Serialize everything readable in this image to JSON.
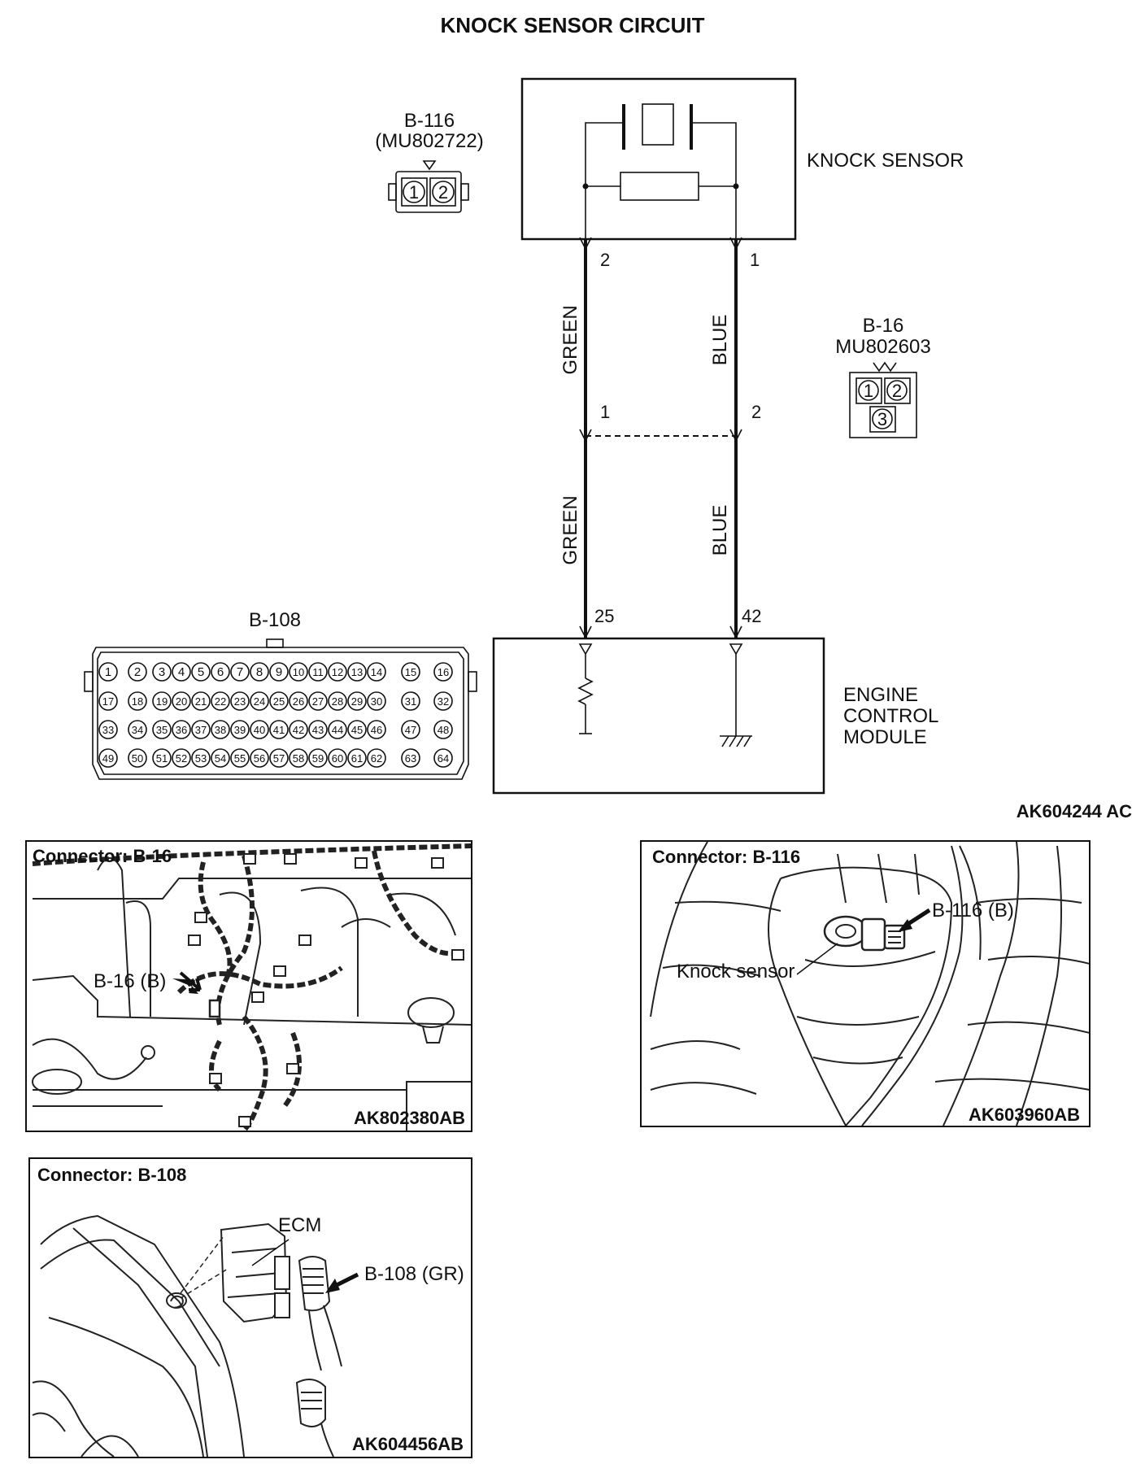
{
  "title": "KNOCK SENSOR CIRCUIT",
  "knock_sensor": {
    "label": "KNOCK SENSOR",
    "pin_left": "2",
    "pin_right": "1"
  },
  "connector_b116": {
    "name": "B-116",
    "part": "(MU802722)",
    "pins": [
      "1",
      "2"
    ]
  },
  "connector_b16": {
    "name": "B-16",
    "part": "MU802603",
    "pins": [
      "1",
      "2",
      "3"
    ],
    "pin_left": "1",
    "pin_right": "2"
  },
  "wires": {
    "left_upper": "GREEN",
    "right_upper": "BLUE",
    "left_lower": "GREEN",
    "right_lower": "BLUE"
  },
  "ecm": {
    "label_lines": [
      "ENGINE",
      "CONTROL",
      "MODULE"
    ],
    "pin_left": "25",
    "pin_right": "42"
  },
  "connector_b108": {
    "name": "B-108",
    "rows": [
      [
        "1",
        "2",
        "3",
        "4",
        "5",
        "6",
        "7",
        "8",
        "9",
        "10",
        "11",
        "12",
        "13",
        "14",
        "15",
        "16"
      ],
      [
        "17",
        "18",
        "19",
        "20",
        "21",
        "22",
        "23",
        "24",
        "25",
        "26",
        "27",
        "28",
        "29",
        "30",
        "31",
        "32"
      ],
      [
        "33",
        "34",
        "35",
        "36",
        "37",
        "38",
        "39",
        "40",
        "41",
        "42",
        "43",
        "44",
        "45",
        "46",
        "47",
        "48"
      ],
      [
        "49",
        "50",
        "51",
        "52",
        "53",
        "54",
        "55",
        "56",
        "57",
        "58",
        "59",
        "60",
        "61",
        "62",
        "63",
        "64"
      ]
    ]
  },
  "diagram_code": "AK604244 AC",
  "panels": {
    "b16": {
      "title": "Connector: B-16",
      "callout": "B-16 (B)",
      "code": "AK802380AB"
    },
    "b116": {
      "title": "Connector: B-116",
      "callout": "B-116 (B)",
      "sensor": "Knock sensor",
      "code": "AK603960AB"
    },
    "b108": {
      "title": "Connector: B-108",
      "ecm": "ECM",
      "callout": "B-108 (GR)",
      "code": "AK604456AB"
    }
  }
}
